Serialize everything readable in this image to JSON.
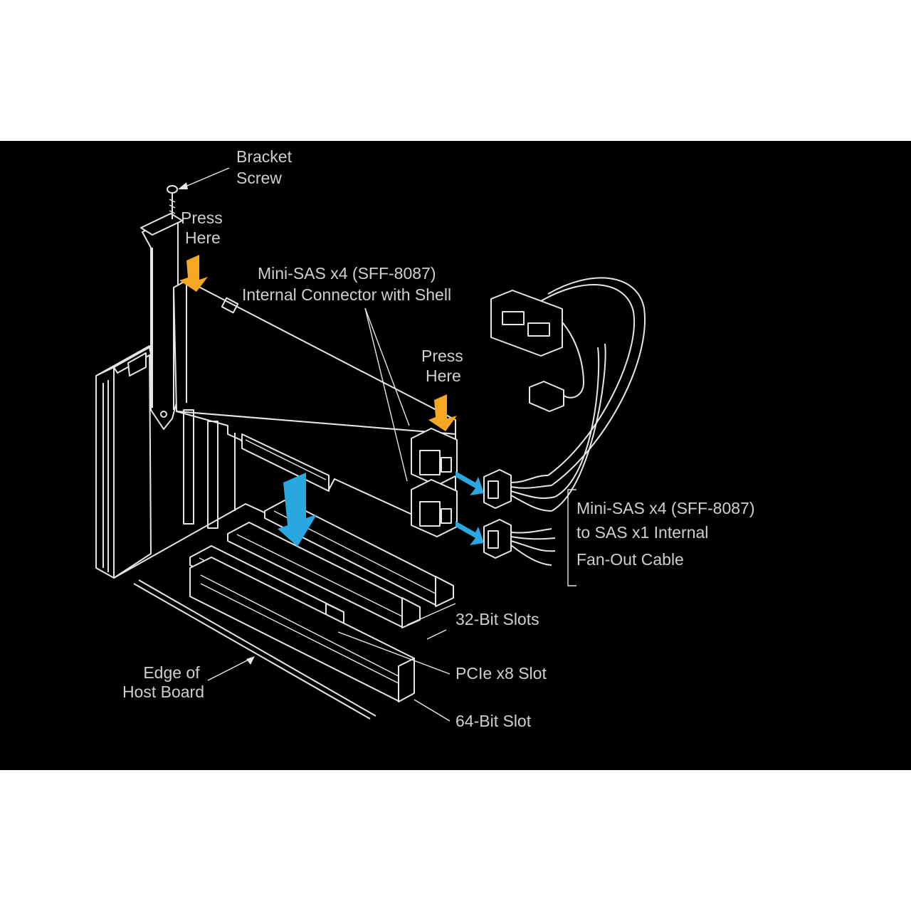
{
  "labels": {
    "bracket_screw": [
      "Bracket",
      "Screw"
    ],
    "press_here_left": [
      "Press",
      "Here"
    ],
    "press_here_right": [
      "Press",
      "Here"
    ],
    "connector": [
      "Mini-SAS x4 (SFF-8087)",
      "Internal Connector with Shell"
    ],
    "cable": [
      "Mini-SAS x4 (SFF-8087)",
      "to SAS x1 Internal",
      "Fan-Out Cable"
    ],
    "slot_32": "32-Bit Slots",
    "slot_pcie": "PCIe x8 Slot",
    "slot_64": "64-Bit Slot",
    "host_board": [
      "Edge of",
      "Host Board"
    ]
  },
  "colors": {
    "background": "#000000",
    "line": "#e6e6e6",
    "text": "#cfcfcf",
    "press_arrow": "#f5a623",
    "insert_arrow": "#29a8e0"
  }
}
